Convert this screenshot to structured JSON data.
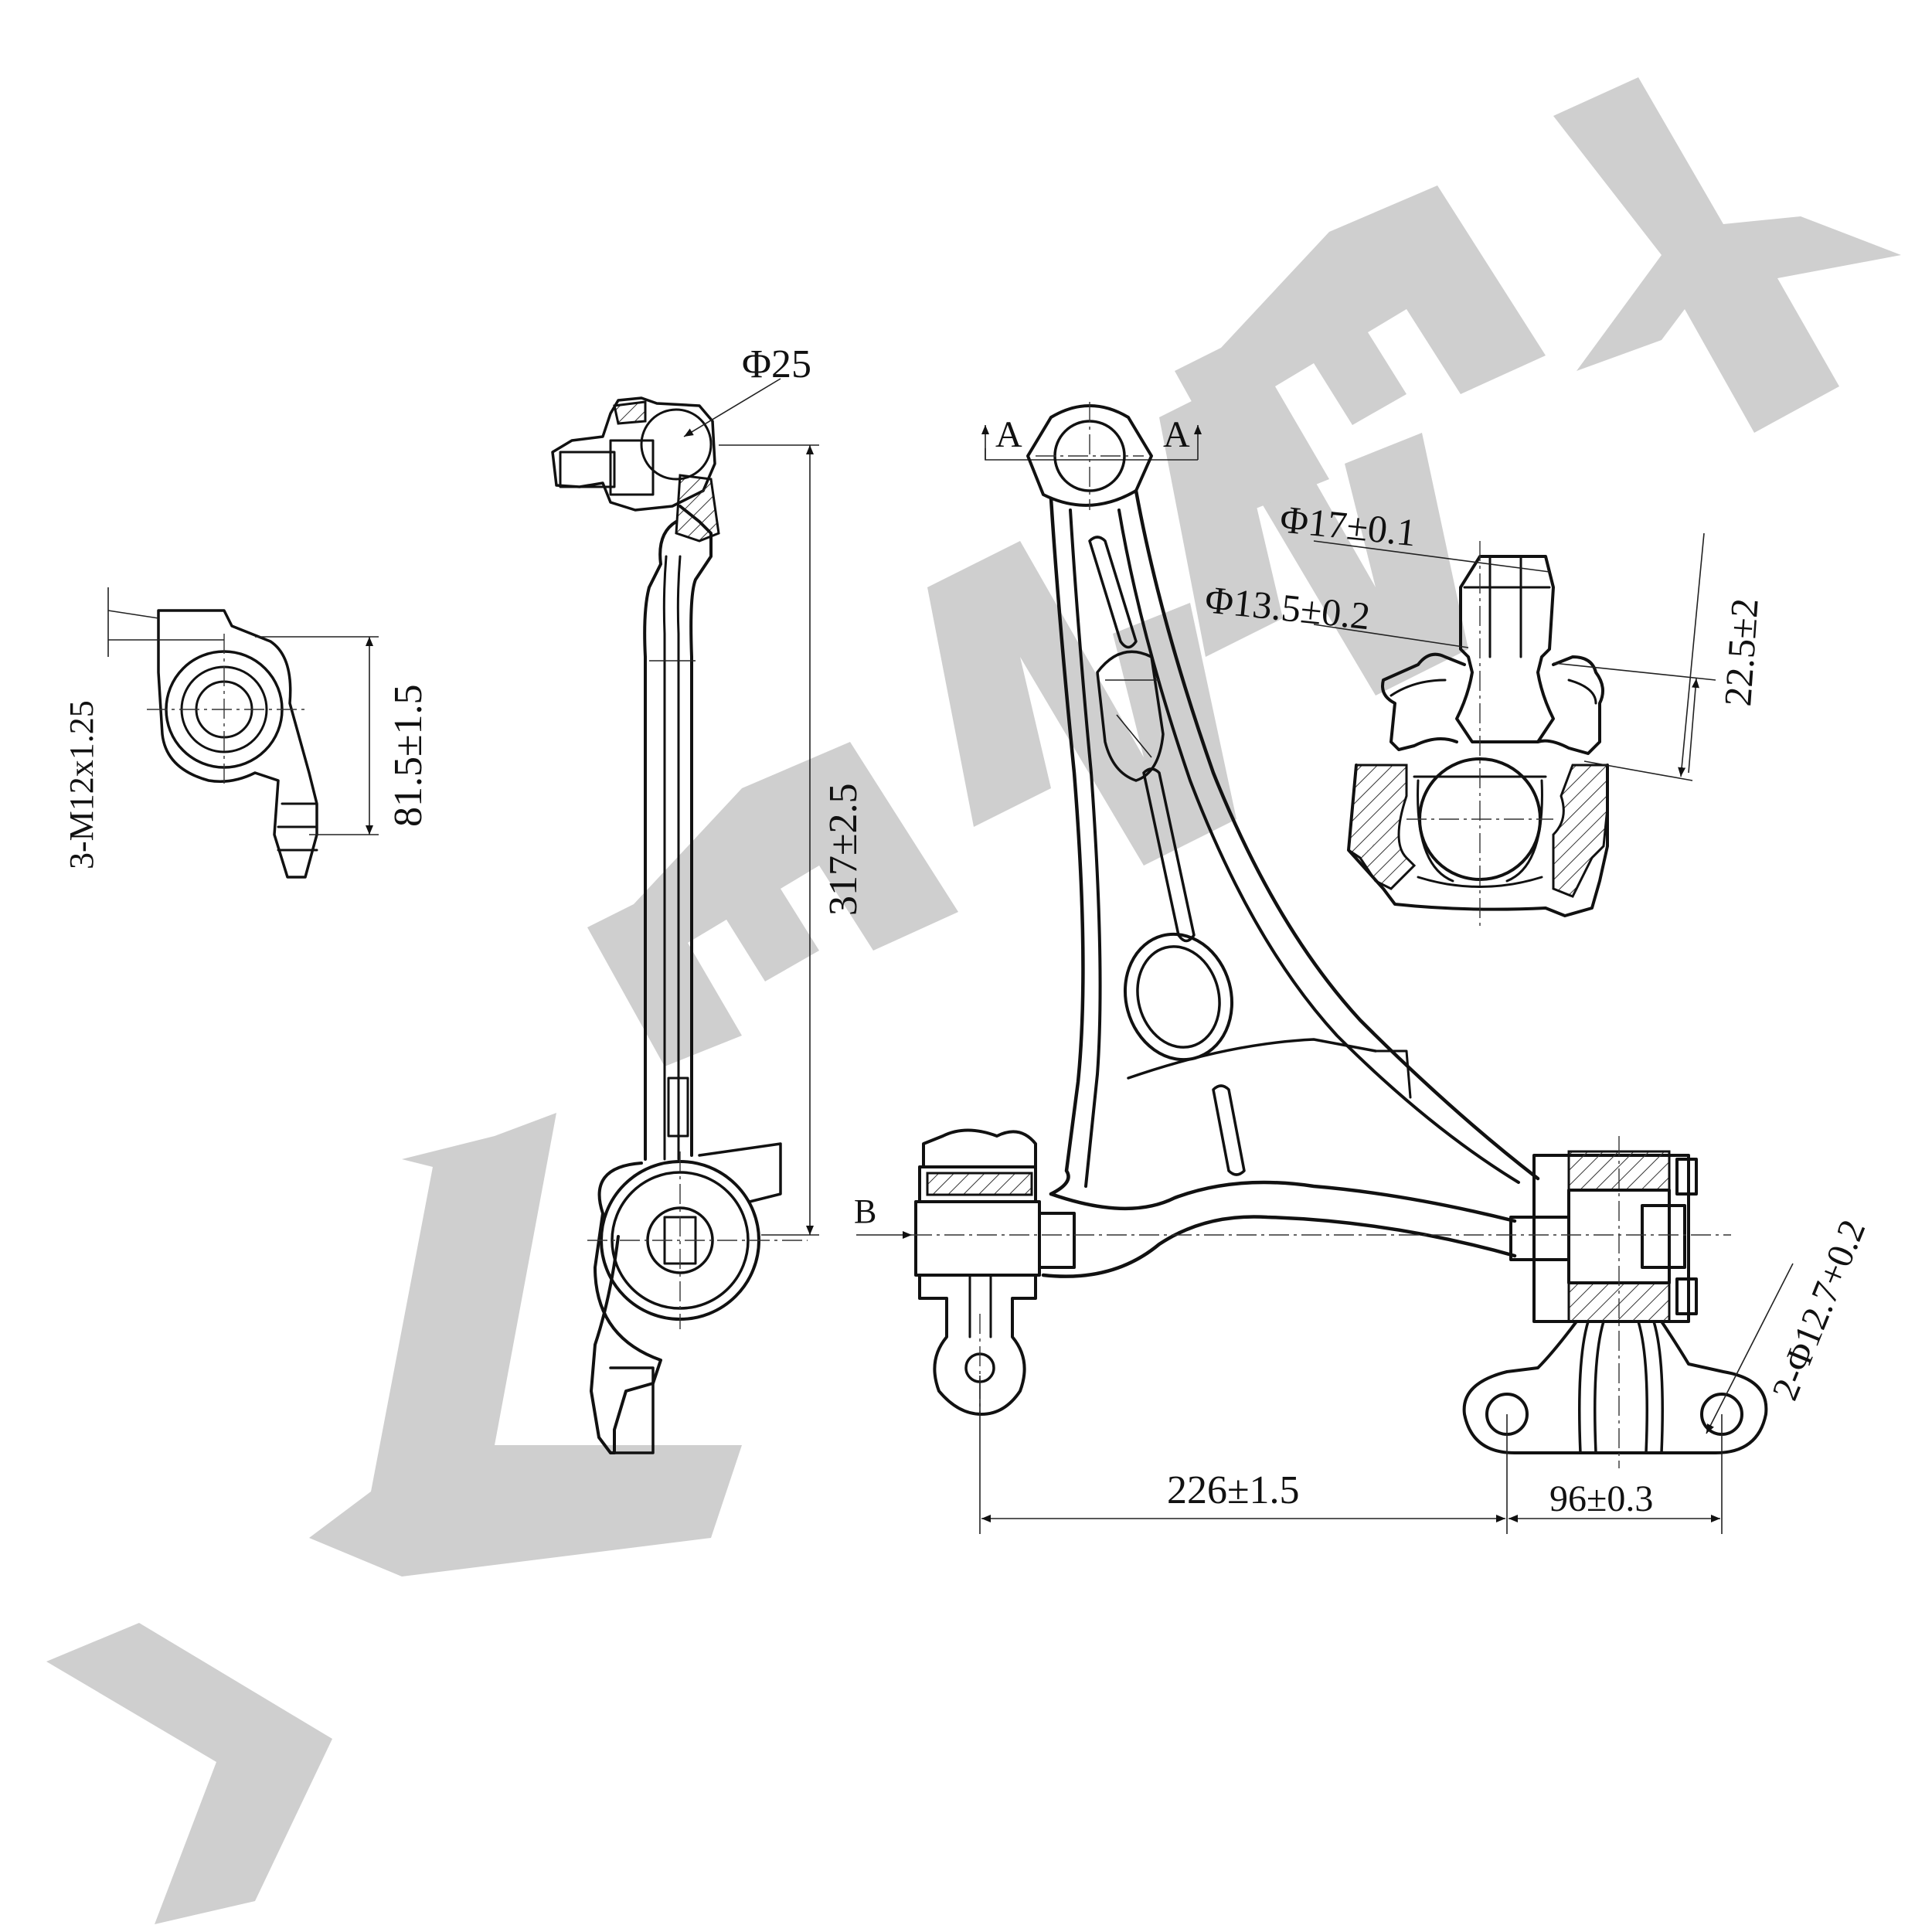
{
  "watermark": {
    "text": "ZENNEK",
    "color": "#cfcfcf"
  },
  "line_color": "#111111",
  "section_marks": {
    "a_left": "A",
    "a_right": "A",
    "b": "B"
  },
  "dimensions": {
    "thread": "3-M12x1.25",
    "bushing_height": "81.5±1.5",
    "ball_diameter": "Φ25",
    "arm_length": "317±2.5",
    "stud_outer": "Φ17±0.1",
    "stud_inner": "Φ13.5±0.2",
    "stud_height": "22.5±2",
    "span_main": "226±1.5",
    "span_holes": "96±0.3",
    "holes": "2-Φ12.7+0.2"
  }
}
